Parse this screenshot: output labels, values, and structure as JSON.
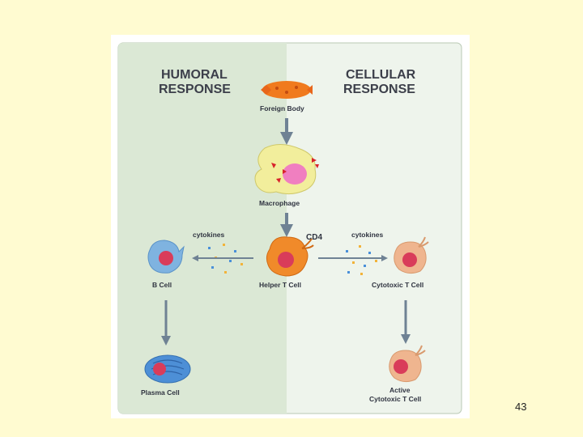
{
  "diagram": {
    "headers": {
      "humoral": [
        "HUMORAL",
        "RESPONSE"
      ],
      "cellular": [
        "CELLULAR",
        "RESPONSE"
      ]
    },
    "labels": {
      "foreign_body": "Foreign Body",
      "macrophage": "Macrophage",
      "helper_t_cell": "Helper T Cell",
      "cd4": "CD4",
      "cytokines_left": "cytokines",
      "cytokines_right": "cytokines",
      "b_cell": "B Cell",
      "cytotoxic_t_cell": "Cytotoxic T Cell",
      "plasma_cell": "Plasma Cell",
      "active_cytotoxic": [
        "Active",
        "Cytotoxic T Cell"
      ]
    },
    "colors": {
      "humoral_panel": "#dbe8d5",
      "cellular_panel": "#eef4ec",
      "foreign_body": "#f07a1e",
      "macrophage": "#f2ee9c",
      "helper_t": "#f08a2a",
      "b_cell": "#7fb3e0",
      "cytotoxic_t": "#efb58f",
      "plasma_cell": "#4d8fd6",
      "nucleus": "#d93c5a",
      "arrow": "#6f8294"
    }
  },
  "page_number": "43"
}
